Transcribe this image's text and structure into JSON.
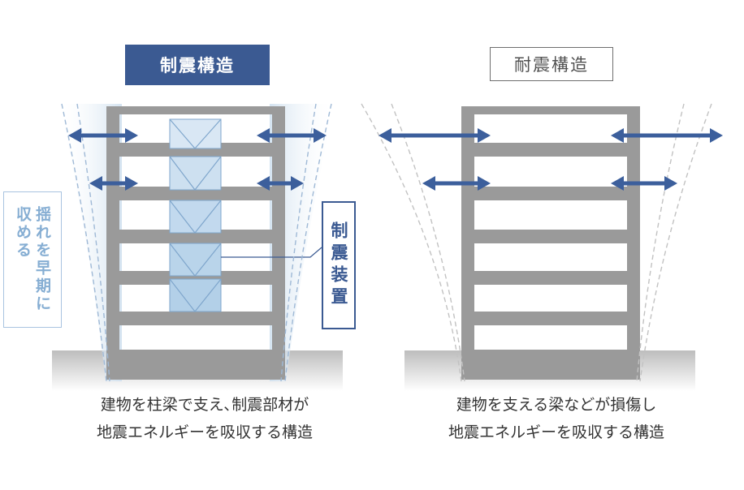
{
  "left_panel": {
    "title": "制震構造",
    "device_label": "制震装置",
    "side_label": "揺れを早期に\n収める",
    "caption_line1": "建物を柱梁で支え､制震部材が",
    "caption_line2": "地震エネルギーを吸収する構造"
  },
  "right_panel": {
    "title": "耐震構造",
    "caption_line1": "建物を支える梁などが損傷し",
    "caption_line2": "地震エネルギーを吸収する構造"
  },
  "colors": {
    "accent_blue": "#3b5a92",
    "arrow_blue": "#3c5f9c",
    "frame_gray": "#9a9a9a",
    "ground_gray": "#c9c9c9",
    "damper_fill": "#b9d4ea",
    "sway_line": "#9fb9d6",
    "sway_line_gray": "#c2c2c2"
  },
  "icons": [
    "double-headed-arrow-icon",
    "damper-brace-icon"
  ]
}
